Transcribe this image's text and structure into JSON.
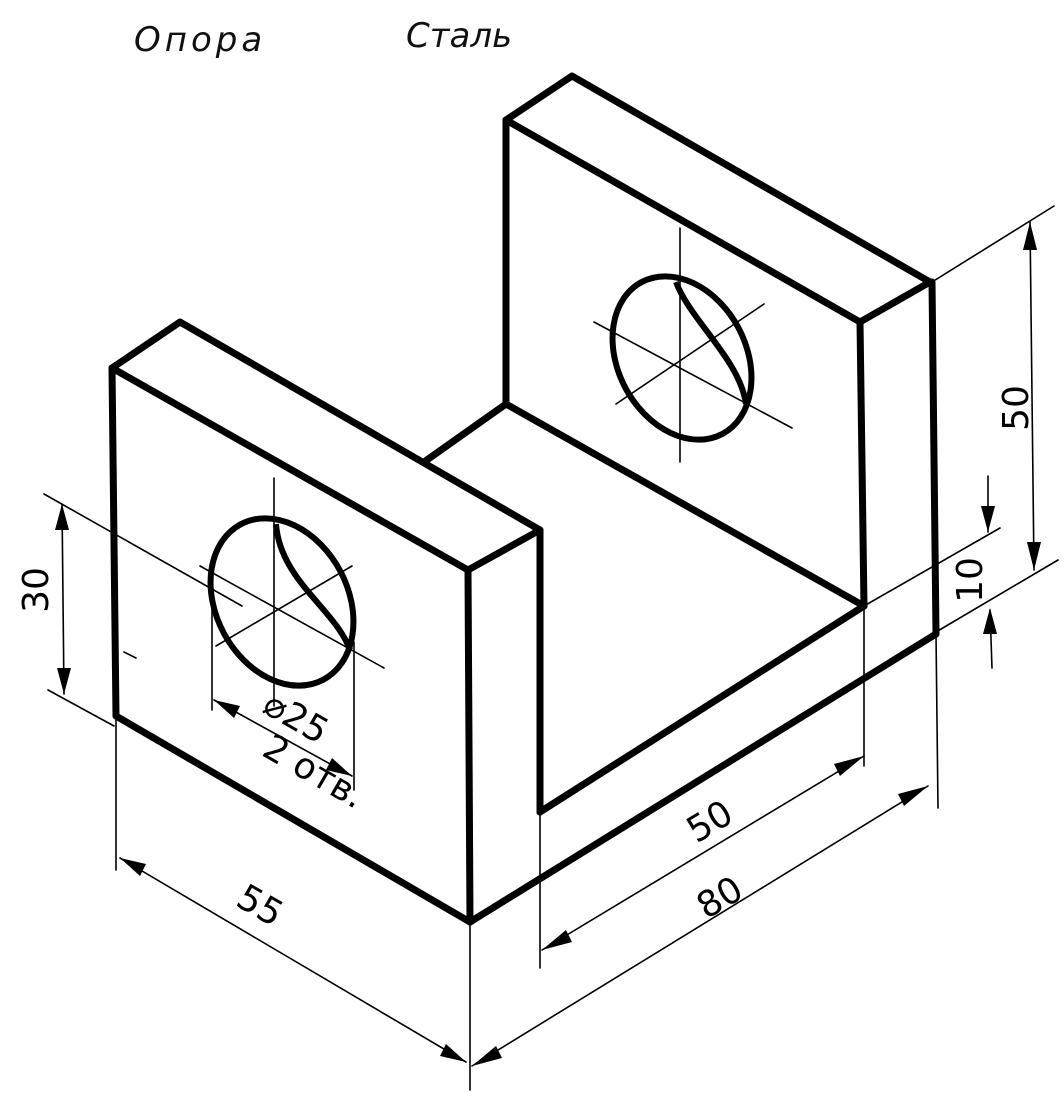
{
  "title": {
    "part_name": "Опора",
    "material": "Сталь"
  },
  "dimensions": {
    "overall_height": "50",
    "base_thickness": "10",
    "inner_length": "50",
    "overall_length": "80",
    "width": "55",
    "hole_height": "30",
    "hole_diameter": "⌀25",
    "hole_count": "2 отв."
  }
}
